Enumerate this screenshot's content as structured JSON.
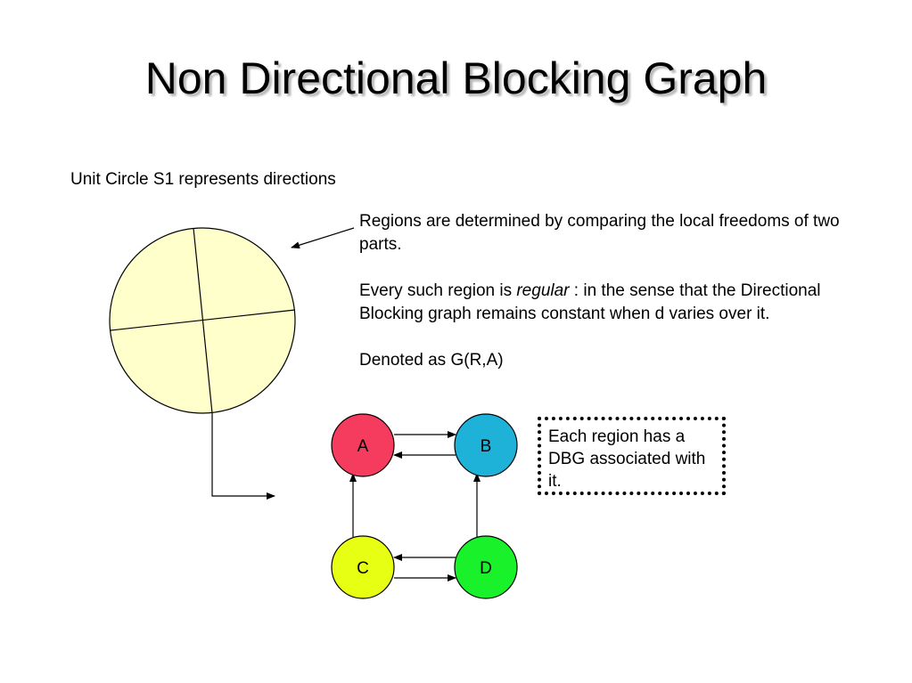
{
  "slide": {
    "title": "Non Directional Blocking Graph",
    "unit_circle_label": "Unit Circle S1 represents directions",
    "regions_text": {
      "p1": "Regions are determined by comparing the local freedoms of two parts.",
      "p2_prefix": "Every such region is ",
      "p2_italic": "regular",
      "p2_suffix": " : in the sense that the Directional Blocking graph remains constant when d varies over it.",
      "p3": "Denoted as G(R,A)"
    },
    "dbg_note": "Each region has a DBG associated with it."
  },
  "graph": {
    "nodes": [
      {
        "id": "A",
        "label": "A",
        "color": "#f53b5e"
      },
      {
        "id": "B",
        "label": "B",
        "color": "#1fb2d8"
      },
      {
        "id": "C",
        "label": "C",
        "color": "#e7ff12"
      },
      {
        "id": "D",
        "label": "D",
        "color": "#19f22a"
      }
    ],
    "edges": [
      {
        "from": "A",
        "to": "B"
      },
      {
        "from": "B",
        "to": "A"
      },
      {
        "from": "C",
        "to": "A"
      },
      {
        "from": "D",
        "to": "B"
      },
      {
        "from": "D",
        "to": "C"
      },
      {
        "from": "C",
        "to": "D"
      }
    ]
  },
  "colors": {
    "circle_fill": "#ffffcc",
    "stroke": "#000000"
  }
}
